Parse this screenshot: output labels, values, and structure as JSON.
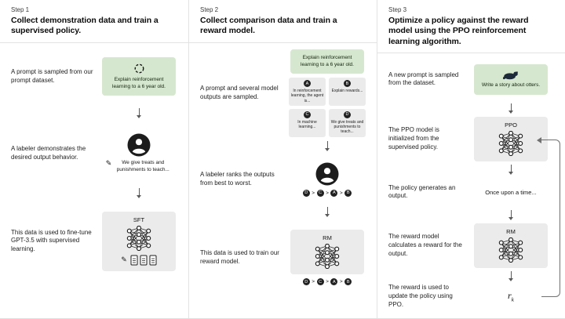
{
  "colors": {
    "green_box": "#d6e7cf",
    "gray_box": "#ebebeb",
    "dark": "#212121",
    "line": "#e3e3e3"
  },
  "steps": [
    {
      "label": "Step 1",
      "title": "Collect demonstration data and train a supervised policy.",
      "desc1": "A prompt is sampled from our prompt dataset.",
      "prompt": "Explain reinforcement learning to a 6 year old.",
      "desc2": "A labeler demonstrates the desired output behavior.",
      "demo_text": "We give treats and punishments to teach...",
      "desc3": "This data is used to fine-tune GPT-3.5 with supervised learning.",
      "model_label": "SFT"
    },
    {
      "label": "Step 2",
      "title": "Collect comparison data and train a reward model.",
      "desc1": "A prompt and several model outputs are sampled.",
      "prompt": "Explain reinforcement learning to a 6 year old.",
      "outputs": [
        {
          "letter": "A",
          "text": "In reinforcement learning, the agent is..."
        },
        {
          "letter": "B",
          "text": "Explain rewards..."
        },
        {
          "letter": "C",
          "text": "In machine learning..."
        },
        {
          "letter": "D",
          "text": "We give treats and punishments to teach..."
        }
      ],
      "desc2": "A labeler ranks the outputs from best to worst.",
      "ranking": [
        "D",
        "C",
        "A",
        "B"
      ],
      "ranking_separator": ">",
      "desc3": "This data is used to train our reward model.",
      "model_label": "RM"
    },
    {
      "label": "Step 3",
      "title": "Optimize a policy against the reward model using the PPO reinforcement learning algorithm.",
      "desc1": "A new prompt is sampled from the dataset.",
      "prompt": "Write a story about otters.",
      "desc2": "The PPO model is initialized from the supervised policy.",
      "ppo_label": "PPO",
      "desc3": "The policy generates an output.",
      "output_text": "Once upon a time...",
      "desc4": "The reward model calculates a reward for the output.",
      "rm_label": "RM",
      "desc5": "The reward is used to update the policy using PPO.",
      "reward_symbol": "r",
      "reward_subscript": "k"
    }
  ]
}
